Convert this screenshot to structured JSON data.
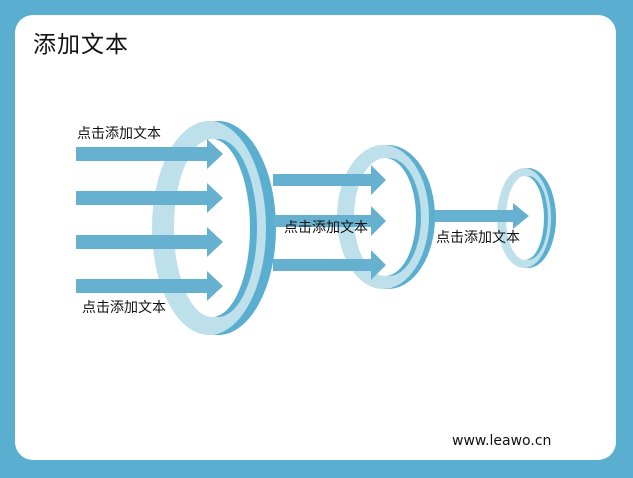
{
  "title": "添加文本",
  "labels": {
    "stage1_top": "点击添加文本",
    "stage1_bottom": "点击添加文本",
    "stage2": "点击添加文本",
    "stage3": "点击添加文本"
  },
  "watermark": "www.leawo.cn",
  "colors": {
    "frame": "#5aaecf",
    "arrow": "#66b1d0",
    "ring_face": "#bde0eb",
    "ring_edge": "#5aaecf"
  }
}
